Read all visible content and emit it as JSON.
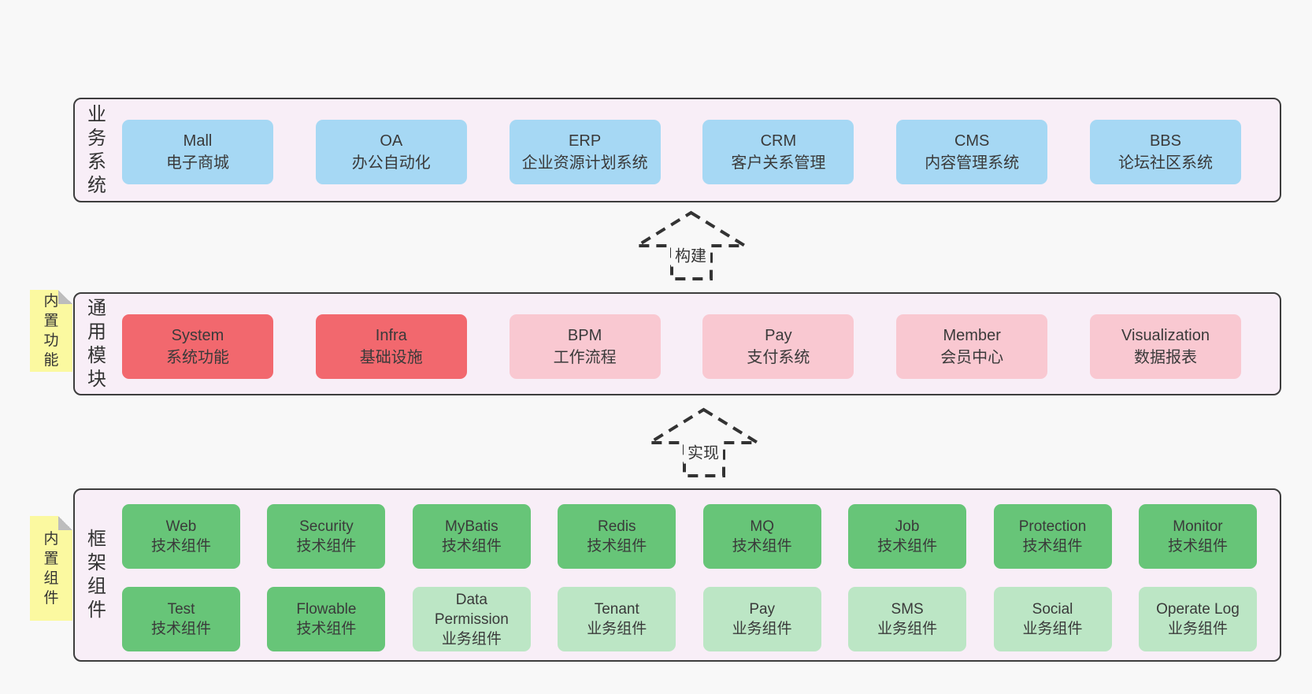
{
  "colors": {
    "page_bg": "#f8f8f8",
    "panel_bg": "#f8eef7",
    "panel_border": "#3d3d3d",
    "sticky_bg": "#fbf9a0",
    "sticky_fold": "#bdbdbd",
    "text": "#3a3a3a",
    "arrow": "#333333",
    "blue": "#a6d8f4",
    "red": "#f2686e",
    "pink": "#f9c8d1",
    "green": "#67c578",
    "greenLight": "#bce6c5"
  },
  "layers": [
    {
      "label": "业务系统",
      "boxes": [
        {
          "en": "Mall",
          "zh": "电子商城",
          "variant": "blue"
        },
        {
          "en": "OA",
          "zh": "办公自动化",
          "variant": "blue"
        },
        {
          "en": "ERP",
          "zh": "企业资源计划系统",
          "variant": "blue"
        },
        {
          "en": "CRM",
          "zh": "客户关系管理",
          "variant": "blue"
        },
        {
          "en": "CMS",
          "zh": "内容管理系统",
          "variant": "blue"
        },
        {
          "en": "BBS",
          "zh": "论坛社区系统",
          "variant": "blue"
        }
      ]
    },
    {
      "label": "通用模块",
      "sticky": "内置功能",
      "boxes": [
        {
          "en": "System",
          "zh": "系统功能",
          "variant": "red"
        },
        {
          "en": "Infra",
          "zh": "基础设施",
          "variant": "red"
        },
        {
          "en": "BPM",
          "zh": "工作流程",
          "variant": "pink"
        },
        {
          "en": "Pay",
          "zh": "支付系统",
          "variant": "pink"
        },
        {
          "en": "Member",
          "zh": "会员中心",
          "variant": "pink"
        },
        {
          "en": "Visualization",
          "zh": "数据报表",
          "variant": "pink"
        }
      ]
    },
    {
      "label": "框架组件",
      "sticky": "内置组件",
      "rows": [
        [
          {
            "en": "Web",
            "zh": "技术组件",
            "variant": "green"
          },
          {
            "en": "Security",
            "zh": "技术组件",
            "variant": "green"
          },
          {
            "en": "MyBatis",
            "zh": "技术组件",
            "variant": "green"
          },
          {
            "en": "Redis",
            "zh": "技术组件",
            "variant": "green"
          },
          {
            "en": "MQ",
            "zh": "技术组件",
            "variant": "green"
          },
          {
            "en": "Job",
            "zh": "技术组件",
            "variant": "green"
          },
          {
            "en": "Protection",
            "zh": "技术组件",
            "variant": "green"
          },
          {
            "en": "Monitor",
            "zh": "技术组件",
            "variant": "green"
          }
        ],
        [
          {
            "en": "Test",
            "zh": "技术组件",
            "variant": "green"
          },
          {
            "en": "Flowable",
            "zh": "技术组件",
            "variant": "green"
          },
          {
            "en": "Data Permission",
            "zh": "业务组件",
            "variant": "greenLight"
          },
          {
            "en": "Tenant",
            "zh": "业务组件",
            "variant": "greenLight"
          },
          {
            "en": "Pay",
            "zh": "业务组件",
            "variant": "greenLight"
          },
          {
            "en": "SMS",
            "zh": "业务组件",
            "variant": "greenLight"
          },
          {
            "en": "Social",
            "zh": "业务组件",
            "variant": "greenLight"
          },
          {
            "en": "Operate Log",
            "zh": "业务组件",
            "variant": "greenLight"
          }
        ]
      ]
    }
  ],
  "arrows": [
    {
      "label": "构建"
    },
    {
      "label": "实现"
    }
  ]
}
